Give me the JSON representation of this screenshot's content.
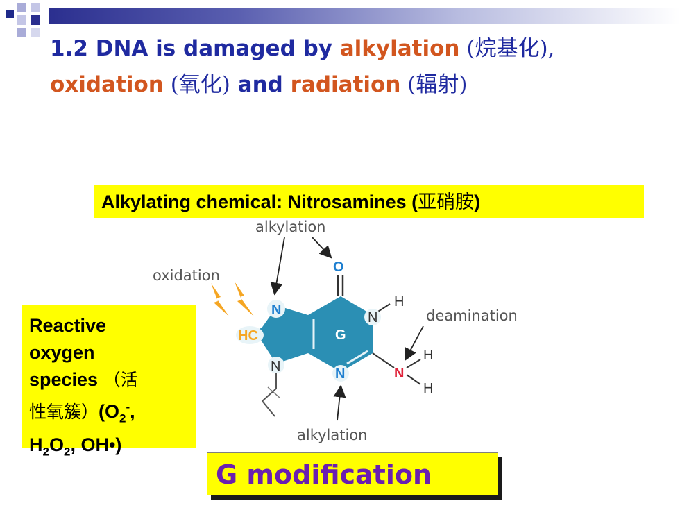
{
  "slide": {
    "title_prefix": "1.2 DNA is damaged by ",
    "title_alkylation": "alkylation",
    "title_alkylation_cn": " (烷基化),",
    "title_oxidation": "oxidation",
    "title_oxidation_cn": " (氧化)",
    "title_and": " and ",
    "title_radiation": "radiation",
    "title_radiation_cn": " (辐射)"
  },
  "alkylating_box": {
    "text": "Alkylating chemical: Nitrosamines (",
    "text_cn": "亚硝胺",
    "text_end": ")"
  },
  "ros_box": {
    "line1": "Reactive",
    "line2": "oxygen",
    "line3": "species ",
    "line3_cn": "（活",
    "line4_cn": "性氧簇）",
    "line4": "(O",
    "line4_sub": "2",
    "line4_sup": "-",
    "line4_end": ",",
    "line5_a": "H",
    "line5_sub1": "2",
    "line5_b": "O",
    "line5_sub2": "2",
    "line5_c": ", OH•)"
  },
  "diagram": {
    "label_alkylation_top": "alkylation",
    "label_oxidation": "oxidation",
    "label_deamination": "deamination",
    "label_alkylation_bottom": "alkylation",
    "atom_O": "O",
    "atom_N_top": "N",
    "atom_HC": "HC",
    "atom_G": "G",
    "atom_N_right": "N",
    "atom_H_top": "H",
    "atom_N_left": "N",
    "atom_N_bottom": "N",
    "atom_N_amine": "N",
    "atom_H_amine1": "H",
    "atom_H_amine2": "H"
  },
  "footer_box": {
    "text": "G modification"
  },
  "colors": {
    "title_blue": "#1f2aa0",
    "highlight_orange": "#d2561f",
    "box_yellow": "#ffff00",
    "ring_teal": "#2b8fb4",
    "oxygen_blue": "#1e7fd0",
    "amine_red": "#e0223a",
    "lightning_orange": "#f5a623",
    "gmod_purple": "#6a1fb0"
  }
}
